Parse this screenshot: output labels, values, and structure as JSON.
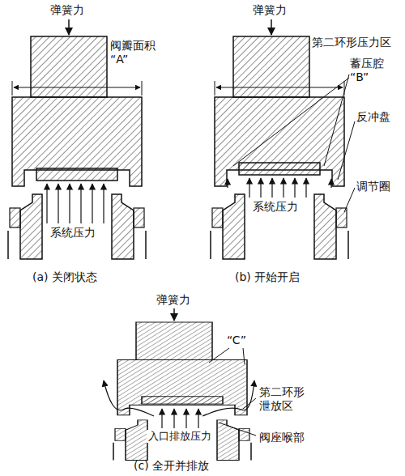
{
  "diagram": {
    "labels": [
      "弹簧力",
      "阀瓣面积 “A”",
      "系统压力",
      "(a) 关闭状态",
      "弹簧力",
      "第二环形压力区",
      "蓄压腔 “B”",
      "反冲盘",
      "系统压力",
      "调节圈",
      "(b) 开始开启",
      "弹簧力",
      "“C”",
      "第二环形 泄放区",
      "阀座喉部",
      "入口排放压力",
      "(c) 全开并排放"
    ]
  }
}
